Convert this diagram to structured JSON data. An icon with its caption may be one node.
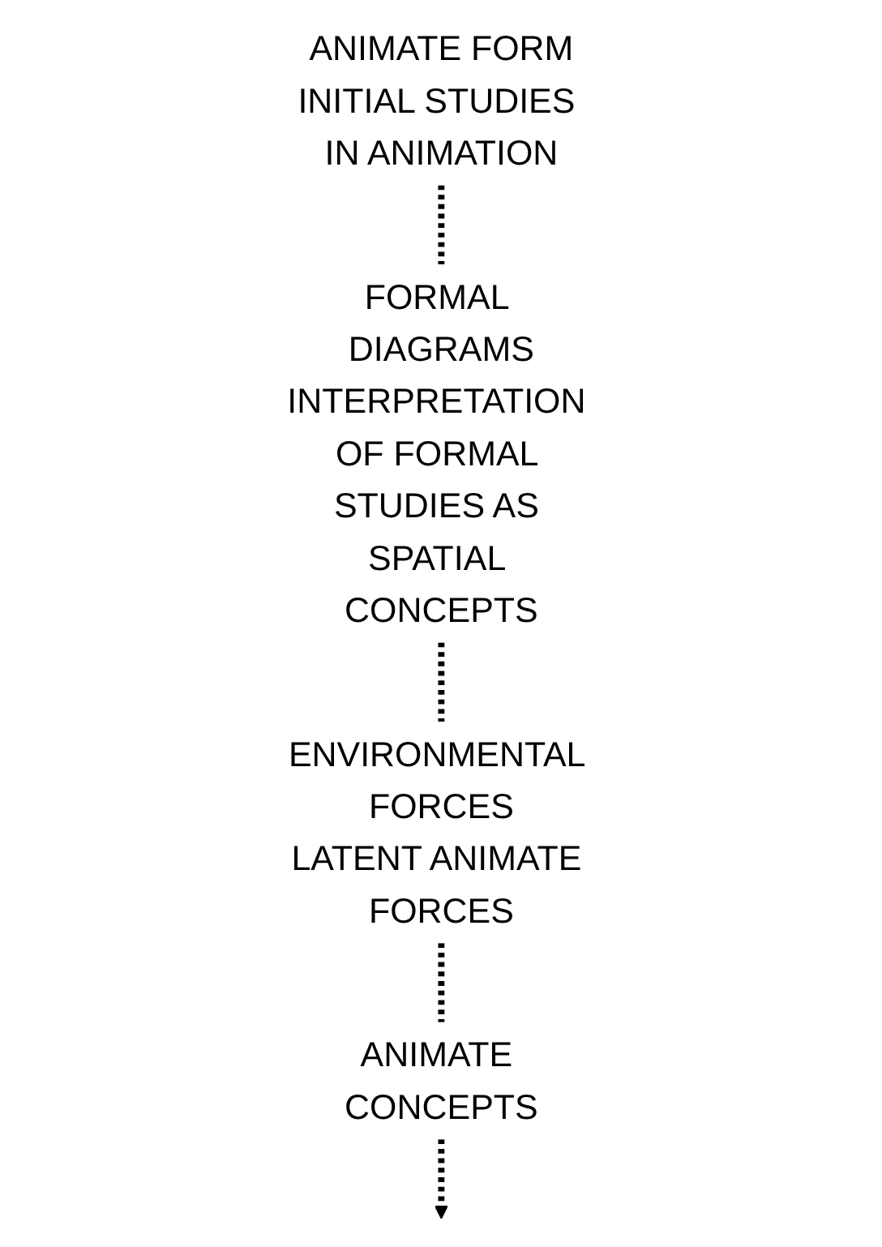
{
  "diagram": {
    "nodes": [
      {
        "text": [
          "ANIMATE FORM",
          "INITIAL STUDIES IN ANIMATION"
        ]
      },
      {
        "text": [
          "FORMAL DIAGRAMS",
          "INTERPRETATION OF FORMAL STUDIES AS SPATIAL CONCEPTS"
        ]
      },
      {
        "text": [
          "ENVIRONMENTAL FORCES",
          "LATENT ANIMATE FORCES"
        ]
      },
      {
        "text": [
          "ANIMATE CONCEPTS"
        ]
      }
    ],
    "edges": [
      {
        "from": 0,
        "to": 1,
        "arrow": "none",
        "style": "dashed"
      },
      {
        "from": 1,
        "to": 2,
        "arrow": "none",
        "style": "dashed"
      },
      {
        "from": 2,
        "to": 3,
        "arrow": "none",
        "style": "dashed"
      },
      {
        "from": 3,
        "to": null,
        "arrow": "to",
        "style": "dashed"
      }
    ]
  }
}
